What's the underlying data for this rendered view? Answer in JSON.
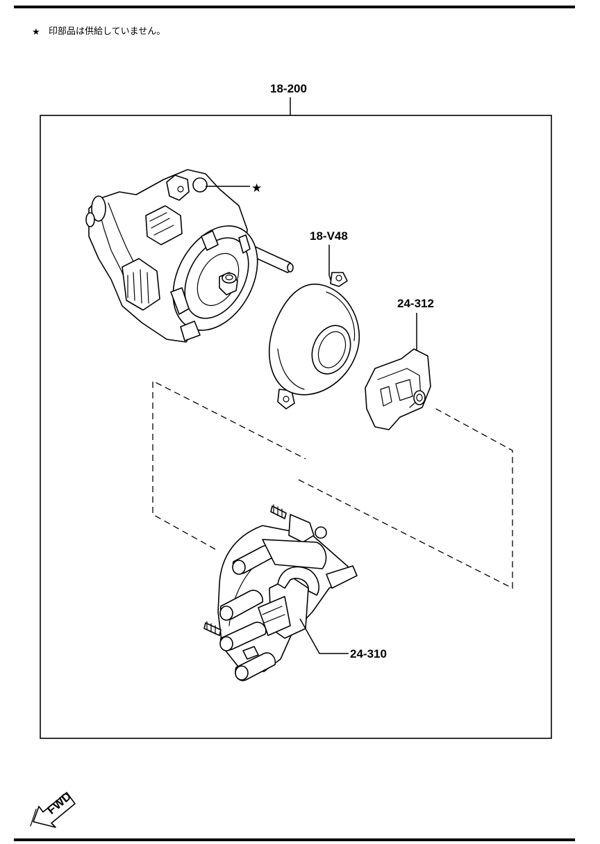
{
  "note": {
    "star_symbol": "★",
    "text": "印部品は供給していません。"
  },
  "callouts": {
    "assembly": "18-200",
    "cover": "18-V48",
    "rotor": "24-312",
    "cap": "24-310",
    "star_marker": "★"
  },
  "fwd_arrow": {
    "label": "FWD"
  }
}
